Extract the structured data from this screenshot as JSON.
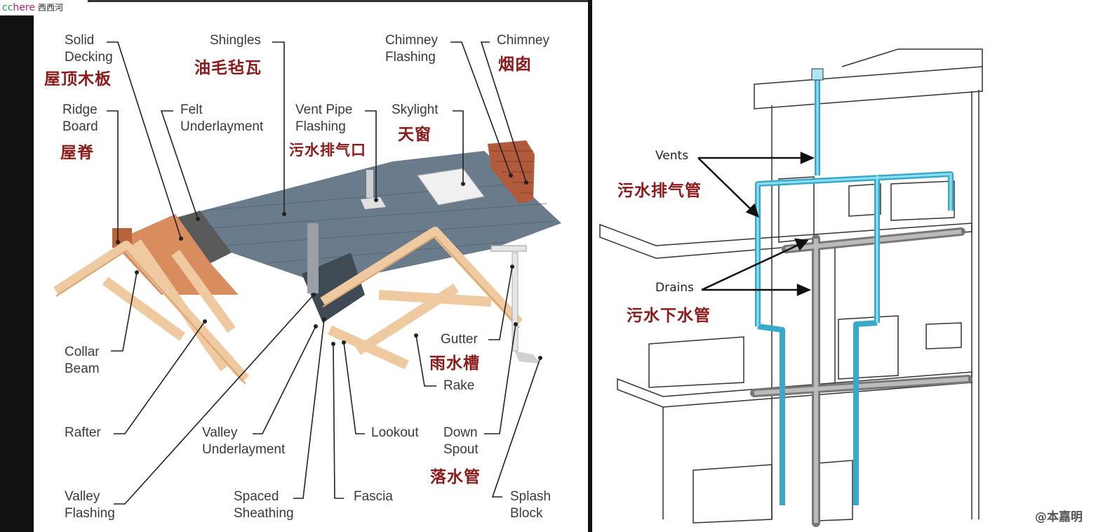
{
  "brand": {
    "cc": "cc",
    "here": "here",
    "cn": "西西河"
  },
  "roof_labels": {
    "solid_decking": "Solid\nDecking",
    "ridge_board": "Ridge\nBoard",
    "felt_underlayment": "Felt\nUnderlayment",
    "shingles": "Shingles",
    "vent_pipe_flashing": "Vent Pipe\nFlashing",
    "chimney_flashing": "Chimney\nFlashing",
    "chimney": "Chimney",
    "skylight": "Skylight",
    "collar_beam": "Collar\nBeam",
    "rafter": "Rafter",
    "valley_flashing": "Valley\nFlashing",
    "valley_underlayment": "Valley\nUnderlayment",
    "spaced_sheathing": "Spaced\nSheathing",
    "fascia": "Fascia",
    "lookout": "Lookout",
    "gutter": "Gutter",
    "rake": "Rake",
    "down_spout": "Down\nSpout",
    "splash_block": "Splash\nBlock"
  },
  "roof_cn_labels": {
    "solid_decking": "屋顶木板",
    "ridge_board": "屋脊",
    "shingles": "油毛毡瓦",
    "vent_pipe_flashing": "污水排气口",
    "chimney": "烟囱",
    "skylight": "天窗",
    "gutter": "雨水槽",
    "down_spout": "落水管"
  },
  "plumbing_labels": {
    "vents": "Vents",
    "vents_cn": "污水排气管",
    "drains": "Drains",
    "drains_cn": "污水下水管"
  },
  "watermark": "@本嘉明",
  "colors": {
    "cn_label": "#8b1a1a",
    "vent_pipe": "#4fc3dc",
    "wood": "#efc9a0",
    "shingle": "#5d6f80"
  }
}
